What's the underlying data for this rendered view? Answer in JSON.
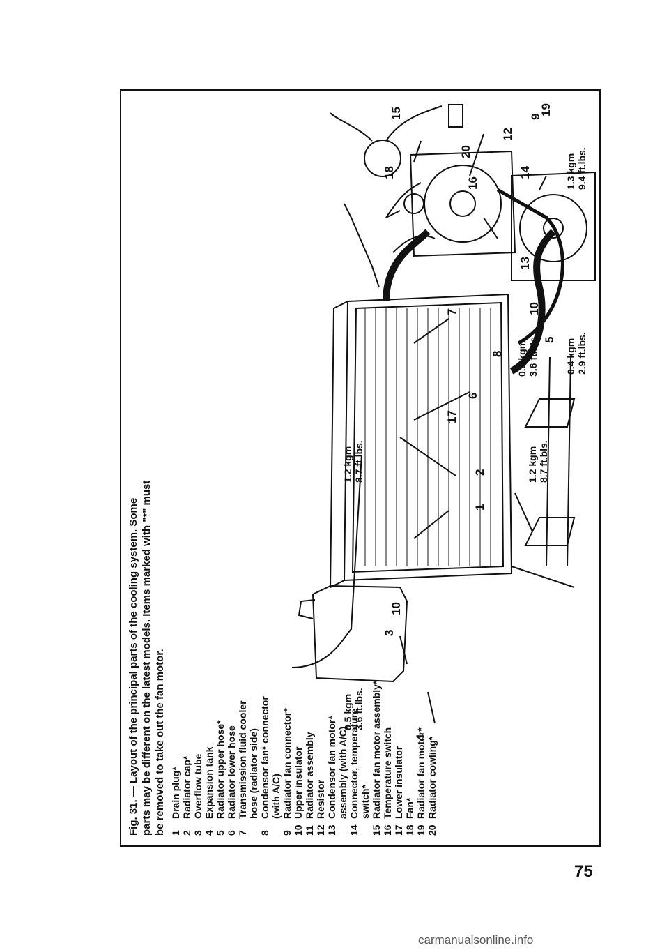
{
  "caption": "Fig. 31. — Layout of the principal parts of the cooling system. Some parts may be different on the latest models. Items marked with \"*\" must be removed to take out the fan motor.",
  "legend": [
    {
      "num": "1",
      "text": "Drain plug*"
    },
    {
      "num": "2",
      "text": "Radiator cap*"
    },
    {
      "num": "3",
      "text": "Overflow tube"
    },
    {
      "num": "4",
      "text": "Expansion tank"
    },
    {
      "num": "5",
      "text": "Radiator upper hose*"
    },
    {
      "num": "6",
      "text": "Radiator lower hose"
    },
    {
      "num": "7",
      "text": "Transmission fluid cooler hose (radiator side)"
    },
    {
      "num": "8",
      "text": "Condensor fan* connector (with A/C)"
    },
    {
      "num": "9",
      "text": "Radiator fan connector*"
    },
    {
      "num": "10",
      "text": "Upper insulator"
    },
    {
      "num": "11",
      "text": "Radiator assembly"
    },
    {
      "num": "12",
      "text": "Resistor"
    },
    {
      "num": "13",
      "text": "Condensor fan motor* assembly (with A/C)"
    },
    {
      "num": "14",
      "text": "Connector, temperature switch*"
    },
    {
      "num": "15",
      "text": "Radiator fan motor assembly*"
    },
    {
      "num": "16",
      "text": "Temperature switch"
    },
    {
      "num": "17",
      "text": "Lower insulator"
    },
    {
      "num": "18",
      "text": "Fan*"
    },
    {
      "num": "19",
      "text": "Radiator fan motor*"
    },
    {
      "num": "20",
      "text": "Radiator cowling*"
    }
  ],
  "torques": {
    "t1": [
      "0.5 kgm",
      "3.6 ft.lbs."
    ],
    "t2": [
      "1.2 kgm",
      "8.7 ft.lbs."
    ],
    "t3": [
      "1.2 kgm",
      "8.7 ft.bls."
    ],
    "t4": [
      "0.5 kgm",
      "3.6 ft.bls."
    ],
    "t5": [
      "0.4 kgm",
      "2.9 ft.lbs."
    ],
    "t6": [
      "1.3 kgm",
      "9.4 ft.lbs."
    ]
  },
  "callouts": [
    "1",
    "2",
    "3",
    "4",
    "5",
    "6",
    "7",
    "8",
    "9",
    "10",
    "10",
    "12",
    "13",
    "14",
    "15",
    "16",
    "17",
    "18",
    "19",
    "20"
  ],
  "page_number": "75",
  "watermark": "carmanualsonline.info"
}
